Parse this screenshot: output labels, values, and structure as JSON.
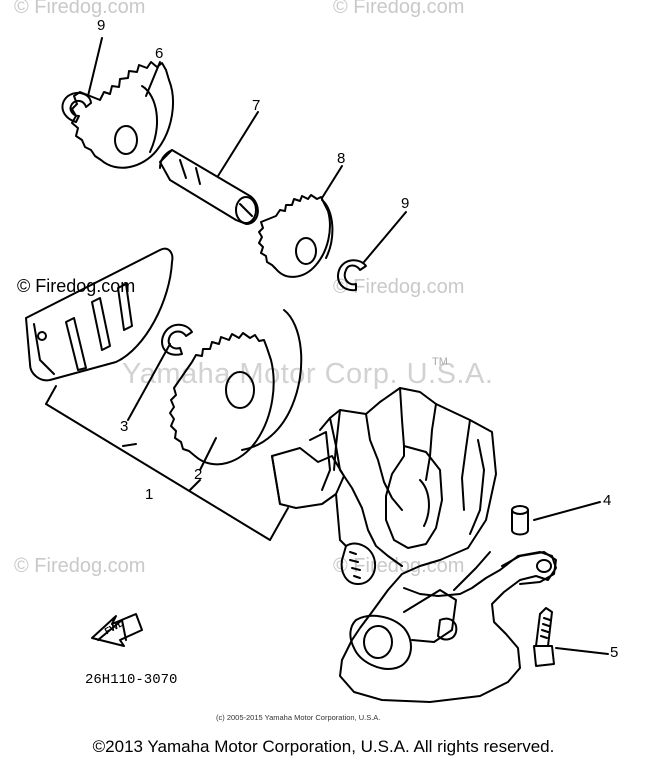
{
  "watermarks": {
    "firedog": "© Firedog.com",
    "firedog_dark": "© Firedog.com",
    "yamaha": "Yamaha Motor Corp. U.S.A.",
    "tm": "TM"
  },
  "callouts": [
    "9",
    "6",
    "7",
    "8",
    "9",
    "3",
    "2",
    "1",
    "4",
    "5"
  ],
  "arrow_label": "FWD",
  "part_code": "26H110-3070",
  "small_copyright": "(c) 2005-2015 Yamaha Motor Corporation, U.S.A.",
  "footer": "©2013 Yamaha Motor Corporation, U.S.A. All rights reserved."
}
